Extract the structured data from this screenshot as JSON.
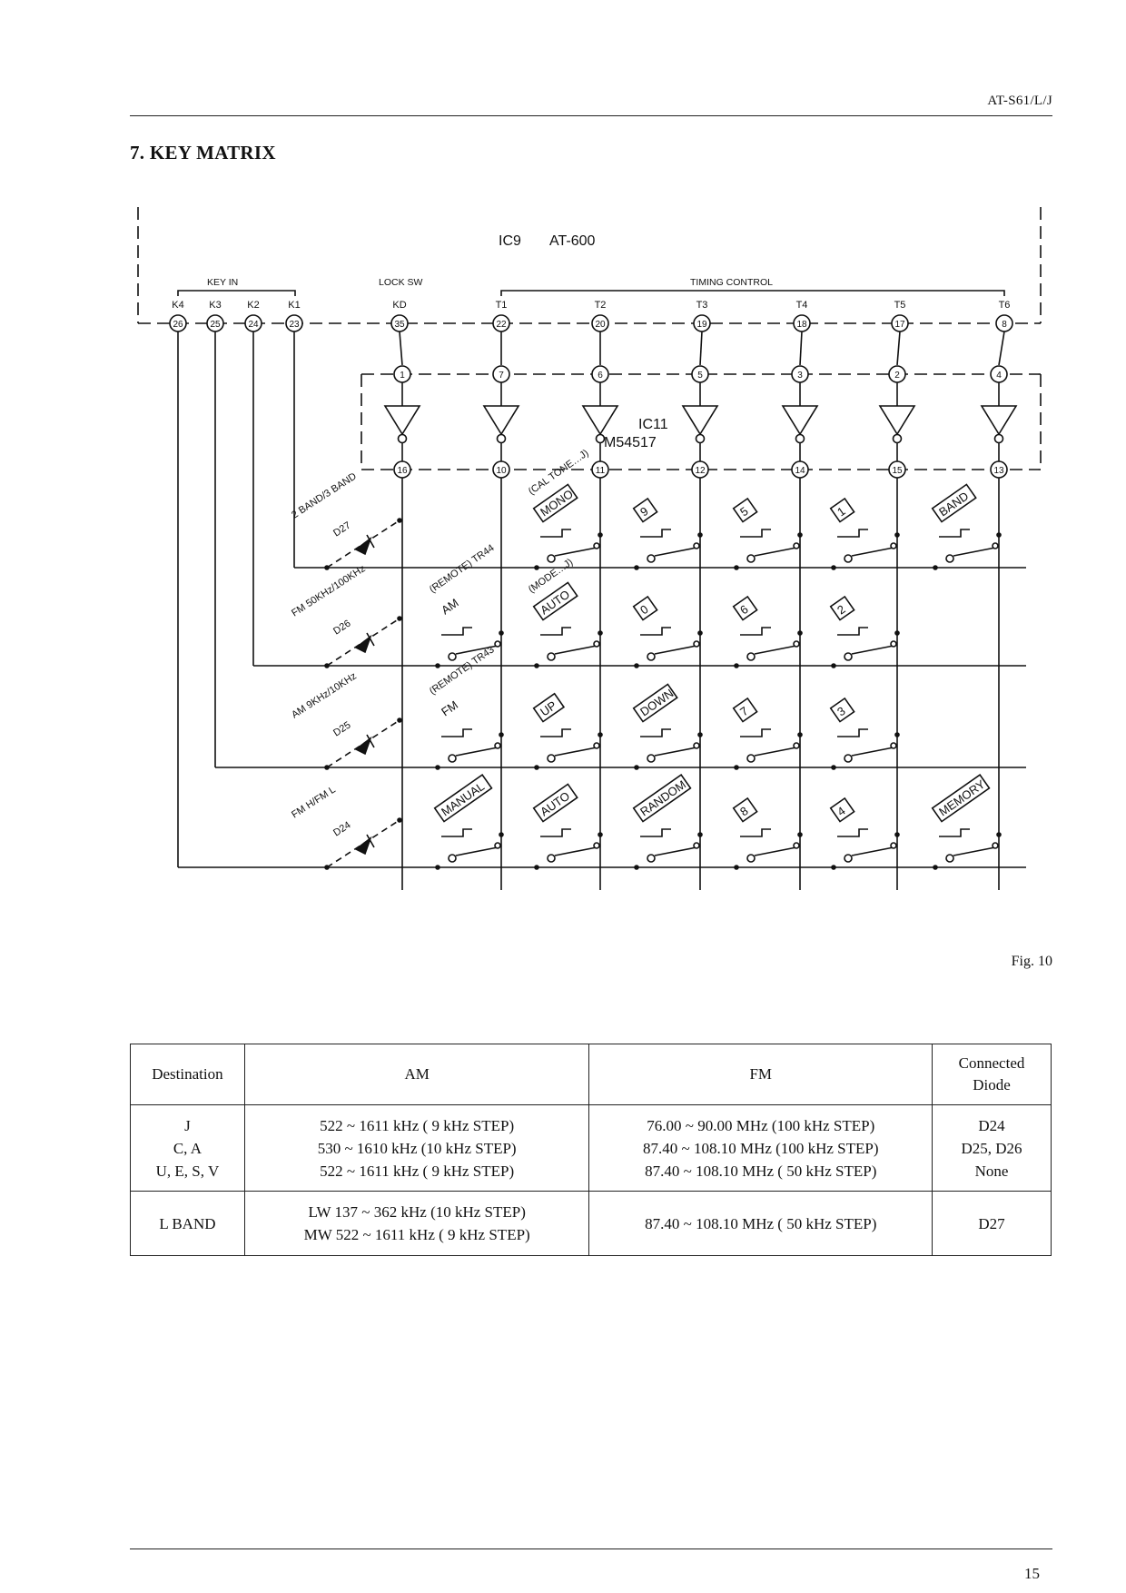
{
  "header": {
    "model": "AT-S61/L/J"
  },
  "section": {
    "title": "7. KEY MATRIX"
  },
  "diagram": {
    "ic9": {
      "label": "IC9",
      "part": "AT-600"
    },
    "ic11": {
      "label": "IC11",
      "part": "M54517"
    },
    "groups": {
      "key_in": "KEY IN",
      "lock_sw": "LOCK SW",
      "timing": "TIMING CONTROL"
    },
    "ic9_pins": [
      {
        "name": "K4",
        "pin": "26"
      },
      {
        "name": "K3",
        "pin": "25"
      },
      {
        "name": "K2",
        "pin": "24"
      },
      {
        "name": "K1",
        "pin": "23"
      },
      {
        "name": "KD",
        "pin": "35"
      },
      {
        "name": "T1",
        "pin": "22"
      },
      {
        "name": "T2",
        "pin": "20"
      },
      {
        "name": "T3",
        "pin": "19"
      },
      {
        "name": "T4",
        "pin": "18"
      },
      {
        "name": "T5",
        "pin": "17"
      },
      {
        "name": "T6",
        "pin": "8"
      }
    ],
    "ic11_in_pins": [
      "1",
      "7",
      "6",
      "5",
      "3",
      "2",
      "4"
    ],
    "ic11_out_pins": [
      "16",
      "10",
      "11",
      "12",
      "14",
      "15",
      "13"
    ],
    "diodes": [
      {
        "name": "D27",
        "function": "2 BAND/3 BAND"
      },
      {
        "name": "D26",
        "function": "FM 50KHz/100KHz"
      },
      {
        "name": "D25",
        "function": "AM 9KHz/10KHz"
      },
      {
        "name": "D24",
        "function": "FM H/FM L"
      }
    ],
    "keys": [
      [
        null,
        {
          "label": "MONO",
          "boxed": true,
          "note": "(CAL TONE…J)"
        },
        {
          "label": "9",
          "boxed": true
        },
        {
          "label": "5",
          "boxed": true
        },
        {
          "label": "1",
          "boxed": true
        },
        {
          "label": "BAND",
          "boxed": true
        }
      ],
      [
        {
          "label": "AM",
          "boxed": false,
          "note": "(REMOTE) TR44"
        },
        {
          "label": "AUTO",
          "boxed": true,
          "note": "(MODE…J)"
        },
        {
          "label": "0",
          "boxed": true
        },
        {
          "label": "6",
          "boxed": true
        },
        {
          "label": "2",
          "boxed": true
        },
        null
      ],
      [
        {
          "label": "FM",
          "boxed": false,
          "note": "(REMOTE) TR43"
        },
        {
          "label": "UP",
          "boxed": true
        },
        {
          "label": "DOWN",
          "boxed": true
        },
        {
          "label": "7",
          "boxed": true
        },
        {
          "label": "3",
          "boxed": true
        },
        null
      ],
      [
        {
          "label": "MANUAL",
          "boxed": true
        },
        {
          "label": "AUTO",
          "boxed": true
        },
        {
          "label": "RANDOM",
          "boxed": true
        },
        {
          "label": "8",
          "boxed": true
        },
        {
          "label": "4",
          "boxed": true
        },
        {
          "label": "MEMORY",
          "boxed": true
        }
      ]
    ],
    "figure_label": "Fig. 10"
  },
  "table": {
    "headers": [
      "Destination",
      "AM",
      "FM",
      "Connected Diode"
    ],
    "rows": [
      {
        "destination": [
          "J",
          "C, A",
          "U, E, S, V"
        ],
        "am": [
          "522 ~ 1611 kHz ( 9 kHz STEP)",
          "530 ~ 1610 kHz (10 kHz STEP)",
          "522 ~ 1611 kHz ( 9 kHz STEP)"
        ],
        "fm": [
          "76.00 ~ 90.00 MHz (100 kHz STEP)",
          "87.40 ~ 108.10 MHz (100 kHz STEP)",
          "87.40 ~ 108.10 MHz ( 50 kHz STEP)"
        ],
        "diode": [
          "D24",
          "D25, D26",
          "None"
        ]
      },
      {
        "destination": [
          "L BAND"
        ],
        "am": [
          "LW 137 ~ 362 kHz (10 kHz STEP)",
          "MW 522 ~ 1611 kHz ( 9 kHz STEP)"
        ],
        "fm": [
          "87.40 ~ 108.10 MHz ( 50 kHz STEP)"
        ],
        "diode": [
          "D27"
        ]
      }
    ]
  },
  "footer": {
    "page": "15"
  }
}
